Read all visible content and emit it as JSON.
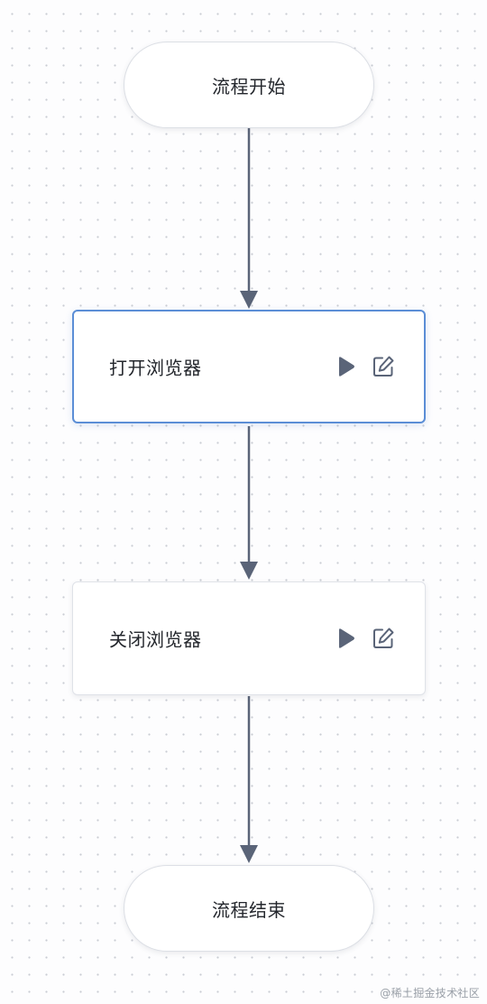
{
  "flow": {
    "start_label": "流程开始",
    "end_label": "流程结束",
    "steps": [
      {
        "label": "打开浏览器",
        "selected": true
      },
      {
        "label": "关闭浏览器",
        "selected": false
      }
    ],
    "actions": {
      "run_icon": "play-icon",
      "edit_icon": "edit-icon"
    }
  },
  "colors": {
    "connector": "#5a6478",
    "icon": "#5a6478",
    "selected_border": "#5b8ed6"
  },
  "watermark": "@稀土掘金技术社区"
}
